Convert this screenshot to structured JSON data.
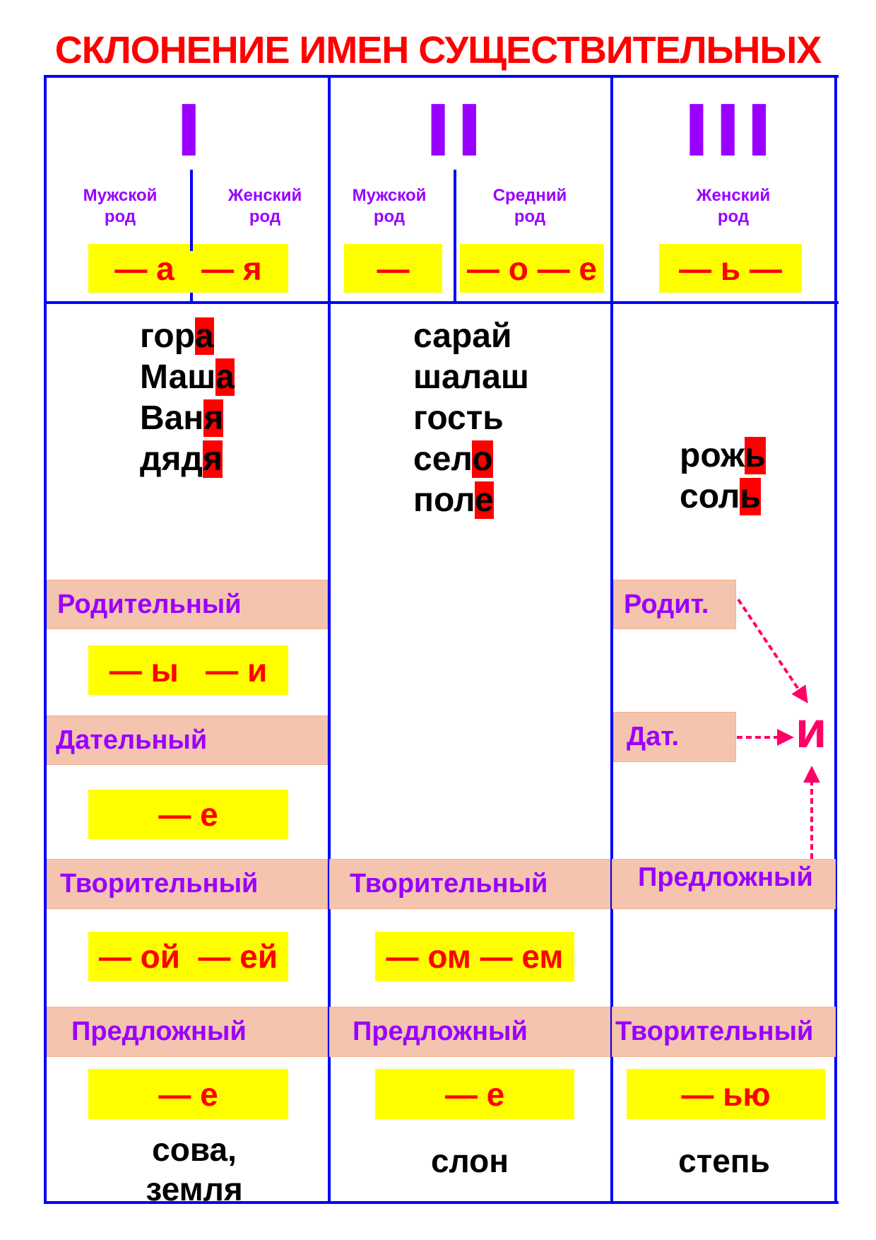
{
  "title": "СКЛОНЕНИЕ ИМЕН СУЩЕСТВИТЕЛЬНЫХ",
  "colors": {
    "title": "#ff0000",
    "border": "#0000ff",
    "numeral": "#9900ff",
    "ending_bg": "#ffff00",
    "ending_text": "#ff0000",
    "case_bg": "#f4c4ae",
    "arrow": "#ff0066"
  },
  "declensions": [
    {
      "numeral": "I",
      "genders": [
        {
          "line1": "Мужской",
          "line2": "род"
        },
        {
          "line1": "Женский",
          "line2": "род"
        }
      ],
      "ending": "— а   — я",
      "words": [
        {
          "stem": "гор",
          "end": "а"
        },
        {
          "stem": "Маш",
          "end": "а"
        },
        {
          "stem": "Ван",
          "end": "я"
        },
        {
          "stem": "дяд",
          "end": "я"
        }
      ],
      "cases": [
        {
          "name": "Родительный",
          "ending": "— ы   — и"
        },
        {
          "name": "Дательный",
          "ending": "— е"
        },
        {
          "name": "Творительный",
          "ending": "— ой  — ей"
        },
        {
          "name": "Предложный",
          "ending": "— е"
        }
      ],
      "example_line1": "сова,",
      "example_line2": "земля"
    },
    {
      "numeral": "II",
      "genders": [
        {
          "line1": "Мужской",
          "line2": "род"
        },
        {
          "line1": "Средний",
          "line2": "род"
        }
      ],
      "endings": [
        "—",
        "— о — е"
      ],
      "words": [
        {
          "stem": "сарай",
          "end": ""
        },
        {
          "stem": "шалаш",
          "end": ""
        },
        {
          "stem": "гость",
          "end": ""
        },
        {
          "stem": "сел",
          "end": "о"
        },
        {
          "stem": "пол",
          "end": "е"
        }
      ],
      "cases": [
        {
          "name": "Творительный",
          "ending": "— ом — ем"
        },
        {
          "name": "Предложный",
          "ending": "— е"
        }
      ],
      "example": "слон"
    },
    {
      "numeral": "III",
      "genders": [
        {
          "line1": "Женский",
          "line2": "род"
        }
      ],
      "ending": "— ь —",
      "words": [
        {
          "stem": "рож",
          "end": "ь"
        },
        {
          "stem": "сол",
          "end": "ь"
        }
      ],
      "cases": [
        {
          "name": "Родит."
        },
        {
          "name": "Дат."
        },
        {
          "name": "Предложный"
        },
        {
          "name": "Творительный",
          "ending": "— ью"
        }
      ],
      "common_ending": "и",
      "example": "степь"
    }
  ]
}
